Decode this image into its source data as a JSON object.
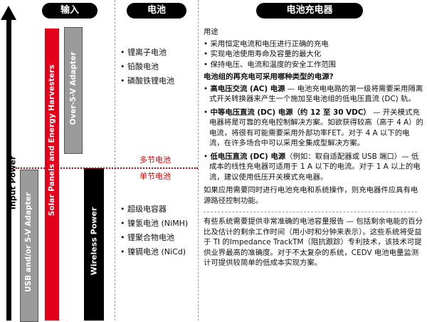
{
  "headers": {
    "input": "输入",
    "battery": "电池",
    "charger": "电池充电器"
  },
  "axis": {
    "input_power": "Input Power"
  },
  "bars": {
    "usb": "USB and/or 5-V Adapter",
    "solar": "Solar Panels and Energy Harvesters",
    "over5v": "Over-5-V Adapter",
    "wireless": "Wireless Power"
  },
  "divider": {
    "multi_cell": "多节电池",
    "single_cell": "单节电池"
  },
  "batteries_top": [
    "锂离子电池",
    "铅酸电池",
    "磷酸铁锂电池"
  ],
  "batteries_bottom": [
    "超级电容器",
    "镍氢电池 (NiMH)",
    "锂聚合物电池",
    "镍镉电池 (NiCd)"
  ],
  "charger": {
    "uses_title": "用途",
    "uses": [
      "采用恒定电流和电压进行正确的充电",
      "实现电池使用寿命及容量的最大化",
      "保持电压、电流和温度的安全工作范围"
    ],
    "question": "电池组的再充电可采用哪种类型的电源?",
    "sources": [
      {
        "bold": "高电压交流 (AC) 电源",
        "text": " — 电池充电电路的第一级将需要采用隔离式开关转换器来产生一个施加至电池组的低电压直流 (DC) 轨。"
      },
      {
        "bold": "中等电压直流 (DC) 电源（约 12 至 30 VDC）",
        "text": " — 开关模式充电器将是可靠的充电控制解决方案。如欲获得较高（高于 4 A）的电流，将很有可能需要采用外部功率FET。对于 4 A 以下的电流，在许多场合中可以采用全集成型解决方案。"
      },
      {
        "bold": "低电压直流 (DC) 电源",
        "text": "（例如：取自适配器或 USB 端口）— 低成本的线性充电器可适用于 1 A 以下的电流。对于 1 A 以上的电流，建议使用低压开关模式充电器。"
      }
    ],
    "para1": "如果应用需要同时进行电池充电和系统操作，则充电器件应具有电源路径控制功能。",
    "para2": "有些系统需要提供非常准确的电池容量报告 — 包括剩余电能的百分比及估计的剩余工作时间（用小时和分钟来表示）。这些系统将受益于 TI 的Impedance TrackTM（阻抗跟踪）专利技术，该技术可提供业界最高的准确度。对于不太复杂的系统，CEDV 电池电量监测计可提供较简单的低成本实现方案。"
  },
  "colors": {
    "accent_red": "#d40000",
    "bar_red": "#e3001b",
    "bar_gray": "#9b9b9b",
    "black": "#000000"
  }
}
